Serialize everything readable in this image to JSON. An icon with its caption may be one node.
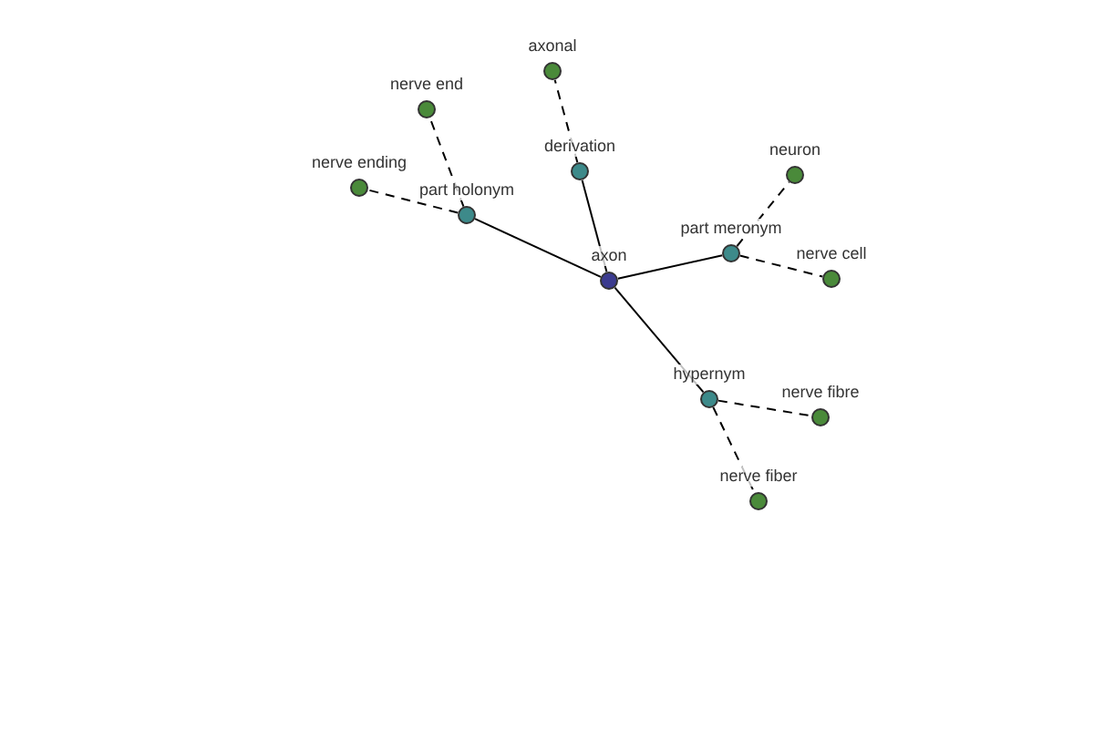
{
  "diagram": {
    "nodes": [
      {
        "text": [
          "axonal"
        ]
      },
      {
        "text": [
          "nerve end"
        ]
      },
      {
        "text": [
          "derivation"
        ]
      },
      {
        "text": [
          "neuron"
        ]
      },
      {
        "text": [
          "nerve ending"
        ]
      },
      {
        "text": [
          "part holonym"
        ]
      },
      {
        "text": [
          "part meronym"
        ]
      },
      {
        "text": [
          "axon"
        ]
      },
      {
        "text": [
          "nerve cell"
        ]
      },
      {
        "text": [
          "hypernym"
        ]
      },
      {
        "text": [
          "nerve fibre"
        ]
      },
      {
        "text": [
          "nerve fiber"
        ]
      }
    ],
    "edges": [
      {
        "from": 7,
        "to": 2,
        "arrow": "none"
      },
      {
        "from": 7,
        "to": 5,
        "arrow": "none"
      },
      {
        "from": 7,
        "to": 6,
        "arrow": "none"
      },
      {
        "from": 7,
        "to": 9,
        "arrow": "none"
      },
      {
        "from": 2,
        "to": 0,
        "arrow": "none",
        "style": "dashed"
      },
      {
        "from": 5,
        "to": 1,
        "arrow": "none",
        "style": "dashed"
      },
      {
        "from": 5,
        "to": 4,
        "arrow": "none",
        "style": "dashed"
      },
      {
        "from": 6,
        "to": 3,
        "arrow": "none",
        "style": "dashed"
      },
      {
        "from": 6,
        "to": 8,
        "arrow": "none",
        "style": "dashed"
      },
      {
        "from": 9,
        "to": 10,
        "arrow": "none",
        "style": "dashed"
      },
      {
        "from": 9,
        "to": 11,
        "arrow": "none",
        "style": "dashed"
      }
    ]
  }
}
